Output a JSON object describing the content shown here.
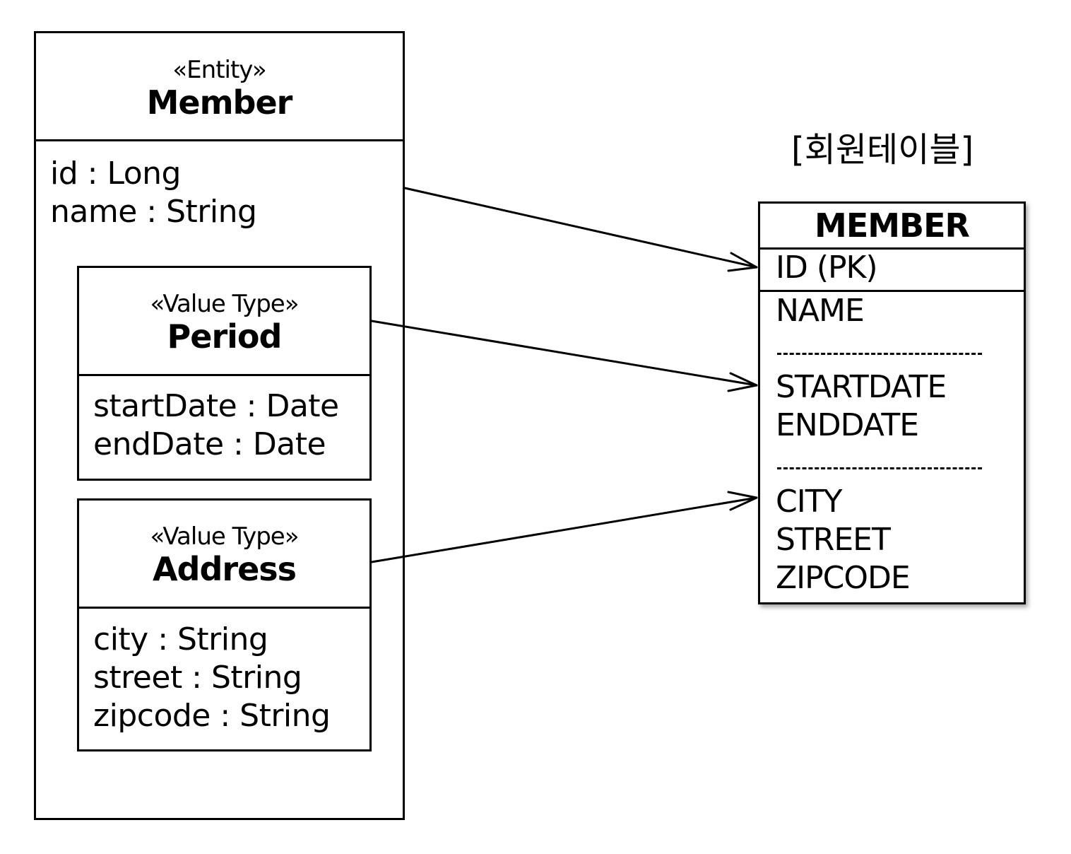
{
  "entity": {
    "stereotype": "«Entity»",
    "name": "Member",
    "attributes": [
      "id : Long",
      "name : String"
    ]
  },
  "value_types": [
    {
      "stereotype": "«Value Type»",
      "name": "Period",
      "attributes": [
        "startDate : Date",
        "endDate : Date"
      ]
    },
    {
      "stereotype": "«Value Type»",
      "name": "Address",
      "attributes": [
        "city : String",
        "street : String",
        "zipcode : String"
      ]
    }
  ],
  "table": {
    "caption": "[회원테이블]",
    "name": "MEMBER",
    "pk_column": "ID (PK)",
    "columns": [
      "NAME",
      "STARTDATE",
      "ENDDATE",
      "CITY",
      "STREET",
      "ZIPCODE"
    ]
  },
  "mappings": [
    {
      "from": "Member",
      "to": "ID (PK)"
    },
    {
      "from": "Period",
      "to": "STARTDATE"
    },
    {
      "from": "Address",
      "to": "CITY"
    }
  ]
}
